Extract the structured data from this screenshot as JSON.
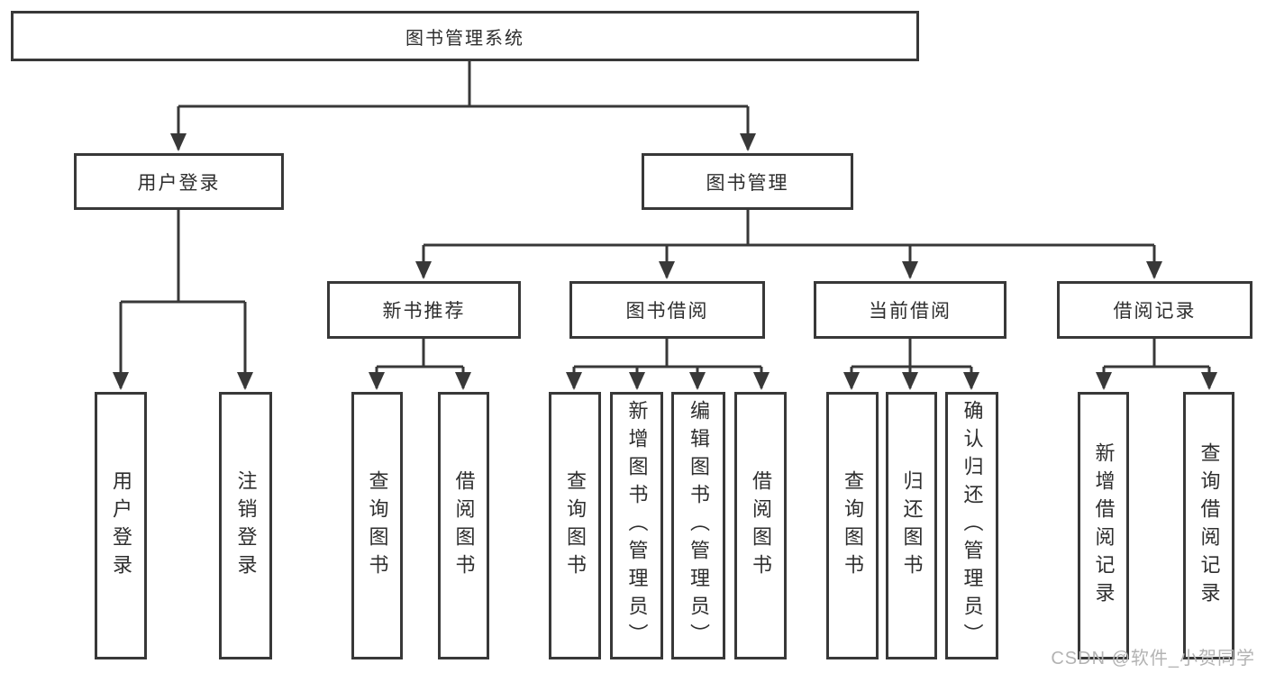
{
  "nodes": {
    "root": "图书管理系统",
    "user_login": "用户登录",
    "book_management": "图书管理"
  },
  "modules": {
    "new_book": "新书推荐",
    "borrow": "图书借阅",
    "current": "当前借阅",
    "records": "借阅记录"
  },
  "leaves": {
    "user_login": [
      "用户登录",
      "注销登录"
    ],
    "new_book": [
      "查询图书",
      "借阅图书"
    ],
    "borrow": [
      "查询图书",
      "新增图书（管理员）",
      "编辑图书（管理员）",
      "借阅图书"
    ],
    "current": [
      "查询图书",
      "归还图书",
      "确认归还（管理员）"
    ],
    "records": [
      "新增借阅记录",
      "查询借阅记录"
    ]
  },
  "watermark": "CSDN @软件_小贺同学",
  "colors": {
    "line": "#383838",
    "box_border": "#383838",
    "text": "#2e2e2e",
    "watermark": "#b3b3b3",
    "background": "#ffffff"
  }
}
